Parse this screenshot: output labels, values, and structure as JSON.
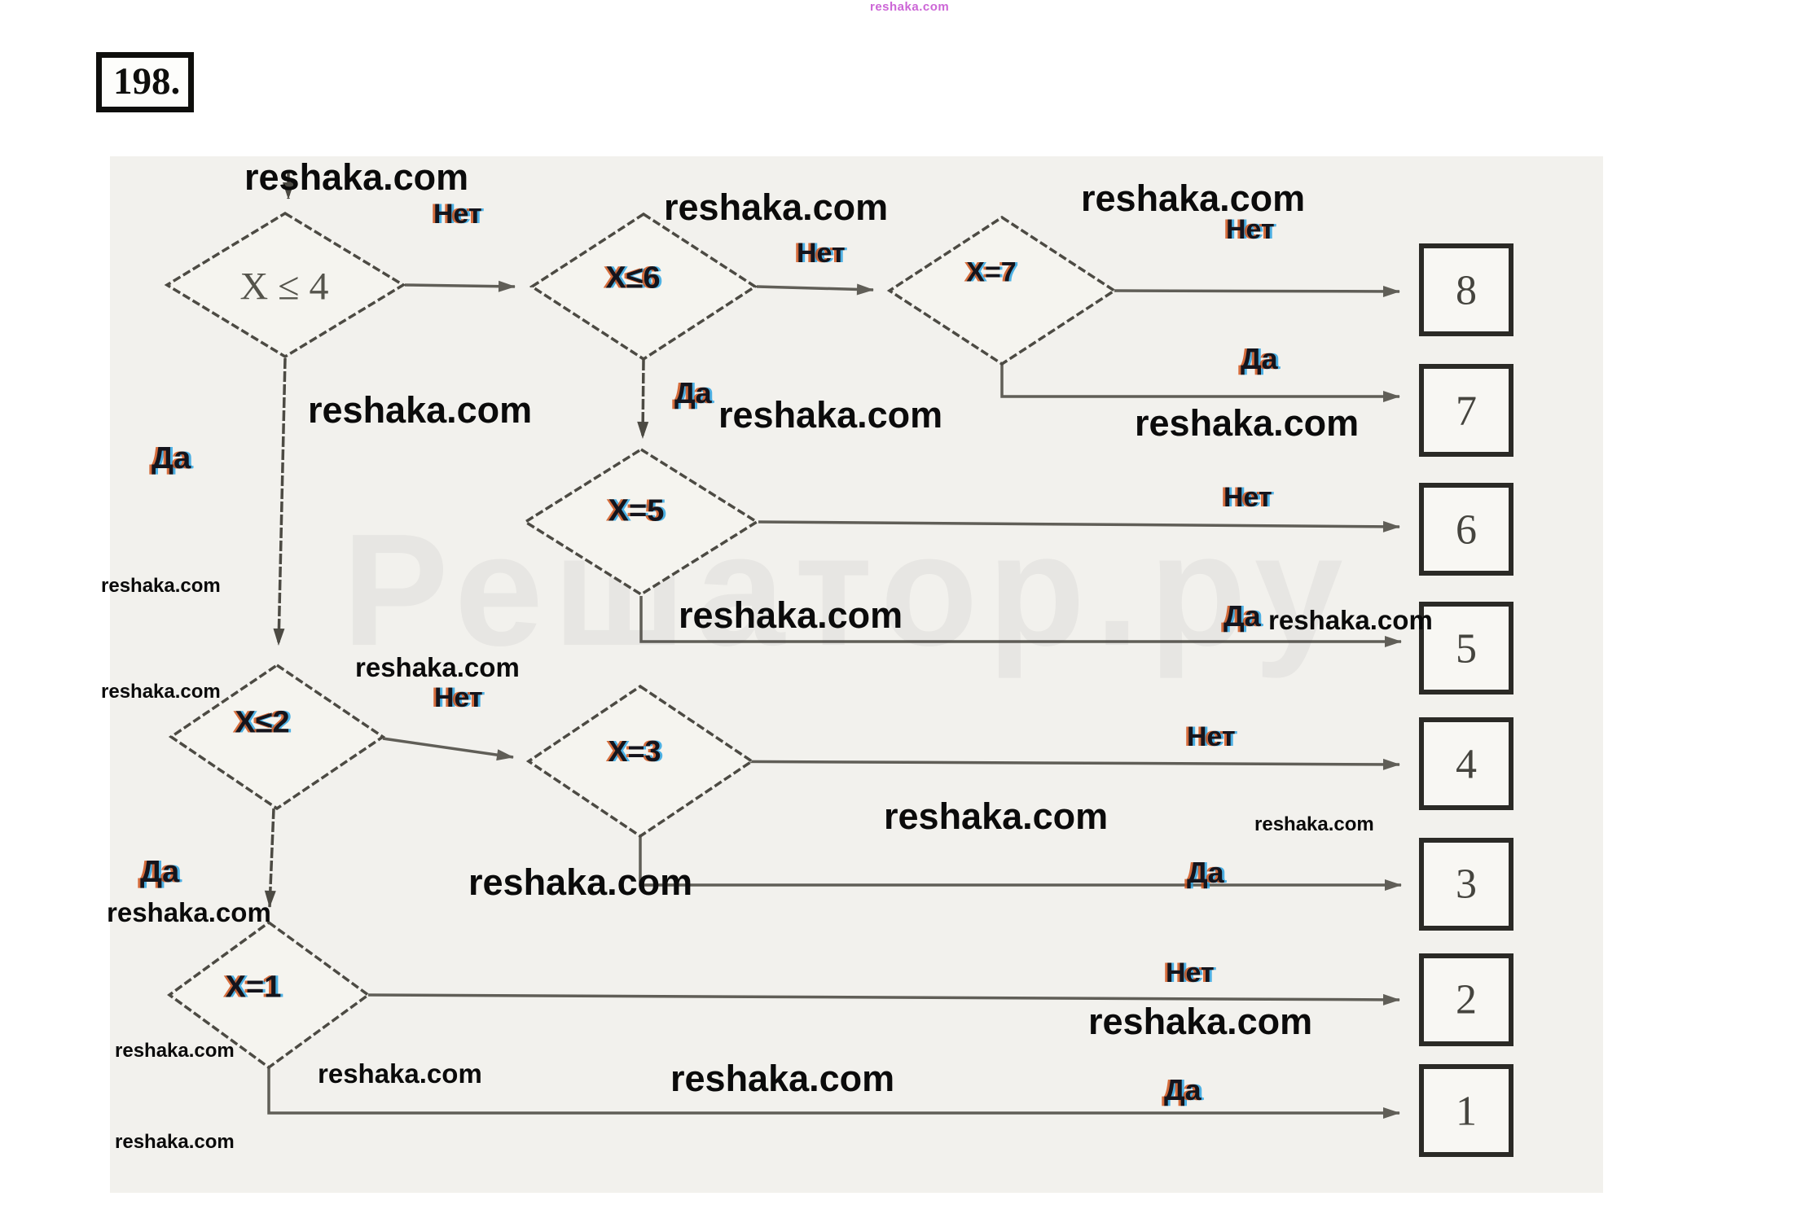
{
  "title_number": "198.",
  "micro_watermark": "reshaka.com",
  "big_watermark": "Решатор.ру",
  "watermark_text": "reshaka.com",
  "colors": {
    "page-bg": "#ffffff",
    "panel-bg": "#f2f1ed",
    "line-color": "#4c4a43",
    "chroma-red": "#cd4b0f",
    "chroma-blue": "#23a0e1",
    "micro-wm-color": "#c44bd0"
  },
  "diamonds": [
    {
      "label": "X ≤ 4"
    },
    {
      "label": "X≤6"
    },
    {
      "label": "X=7"
    },
    {
      "label": "X=5"
    },
    {
      "label": "X≤2"
    },
    {
      "label": "X=3"
    },
    {
      "label": "X=1"
    }
  ],
  "boxes": [
    {
      "value": "8"
    },
    {
      "value": "7"
    },
    {
      "value": "6"
    },
    {
      "value": "5"
    },
    {
      "value": "4"
    },
    {
      "value": "3"
    },
    {
      "value": "2"
    },
    {
      "value": "1"
    }
  ],
  "edge_labels": [
    {
      "edge": "x<=4-no",
      "text": "Нет"
    },
    {
      "edge": "x<=6-no",
      "text": "Нет"
    },
    {
      "edge": "x=7-no",
      "text": "Нет"
    },
    {
      "edge": "x=7-yes",
      "text": "Да"
    },
    {
      "edge": "x<=6-yes",
      "text": "Да"
    },
    {
      "edge": "x=5-no",
      "text": "Нет"
    },
    {
      "edge": "x=5-yes",
      "text": "Да"
    },
    {
      "edge": "x<=4-yes",
      "text": "Да"
    },
    {
      "edge": "x<=2-no",
      "text": "Нет"
    },
    {
      "edge": "x=3-no",
      "text": "Нет"
    },
    {
      "edge": "x=3-yes",
      "text": "Да"
    },
    {
      "edge": "x<=2-yes",
      "text": "Да"
    },
    {
      "edge": "x=1-no",
      "text": "Нет"
    },
    {
      "edge": "x=1-yes",
      "text": "Да"
    }
  ],
  "watermarks": [
    {
      "text": "reshaka.com"
    },
    {
      "text": "reshaka.com"
    },
    {
      "text": "reshaka.com"
    },
    {
      "text": "reshaka.com"
    },
    {
      "text": "reshaka.com"
    },
    {
      "text": "reshaka.com"
    },
    {
      "text": "reshaka.com"
    },
    {
      "text": "reshaka.com"
    },
    {
      "text": "reshaka.com"
    },
    {
      "text": "reshaka.com"
    },
    {
      "text": "reshaka.com"
    },
    {
      "text": "reshaka.com"
    },
    {
      "text": "reshaka.com"
    },
    {
      "text": "reshaka.com"
    },
    {
      "text": "reshaka.com"
    },
    {
      "text": "reshaka.com"
    },
    {
      "text": "reshaka.com"
    },
    {
      "text": "reshaka.com"
    },
    {
      "text": "reshaka.com"
    },
    {
      "text": "reshaka.com"
    }
  ]
}
